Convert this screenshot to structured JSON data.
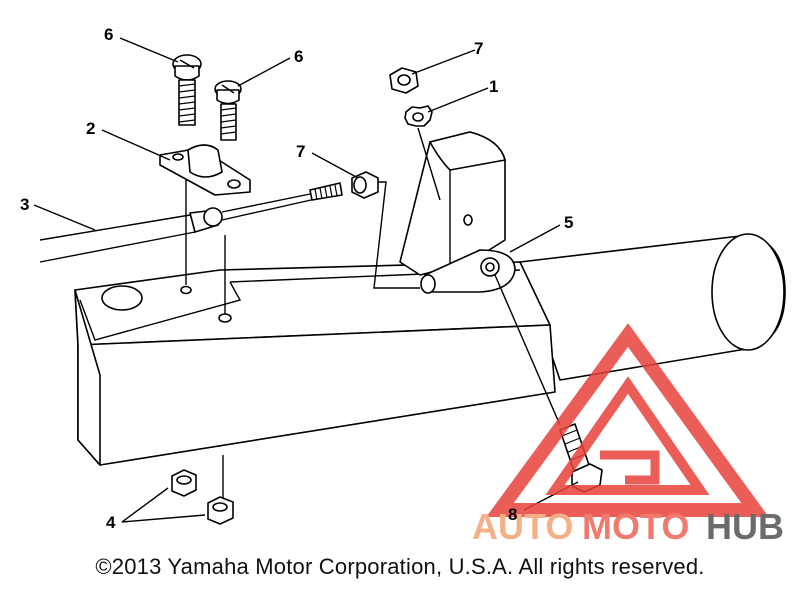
{
  "callouts": {
    "c1": "1",
    "c2": "2",
    "c3": "3",
    "c4": "4",
    "c5": "5",
    "c6a": "6",
    "c6b": "6",
    "c7a": "7",
    "c7b": "7",
    "c8": "8"
  },
  "watermark": {
    "part1": "AUTO",
    "part2": "MOTO",
    "part3": "HUB",
    "color_auto": "#f5b088",
    "color_moto": "#f07a6e",
    "color_hub": "#6b6b6b",
    "logo_color": "#e8413a"
  },
  "footer": {
    "copyright": "©2013 Yamaha Motor Corporation, U.S.A. All rights reserved."
  }
}
